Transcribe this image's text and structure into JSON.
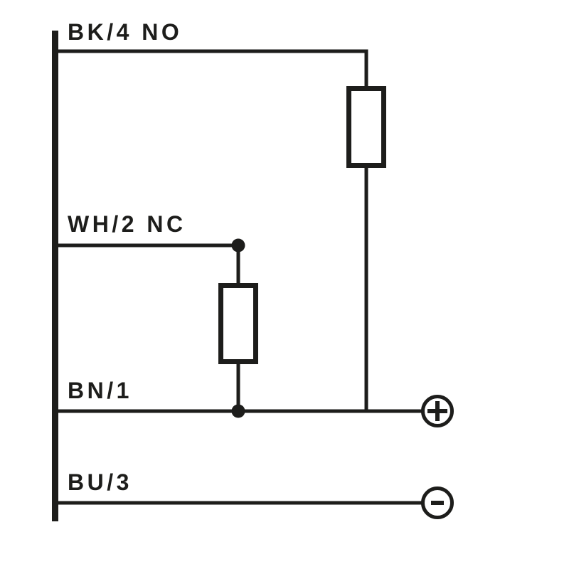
{
  "diagram": {
    "kind": "sensor-output-wiring-schematic",
    "background_color": "#ffffff",
    "line_color": "#1d1d1b",
    "wires": [
      {
        "id": "bk4",
        "label": "BK/4 NO"
      },
      {
        "id": "wh2",
        "label": "WH/2 NC"
      },
      {
        "id": "bn1",
        "label": "BN/1"
      },
      {
        "id": "bu3",
        "label": "BU/3"
      }
    ],
    "terminals": {
      "positive_symbol": "+",
      "negative_symbol": "−"
    },
    "icons": {
      "load_resistor": "load-resistor-rectangle",
      "junction": "filled-junction-dot",
      "plus_terminal": "plus-in-circle",
      "minus_terminal": "minus-in-circle"
    }
  }
}
